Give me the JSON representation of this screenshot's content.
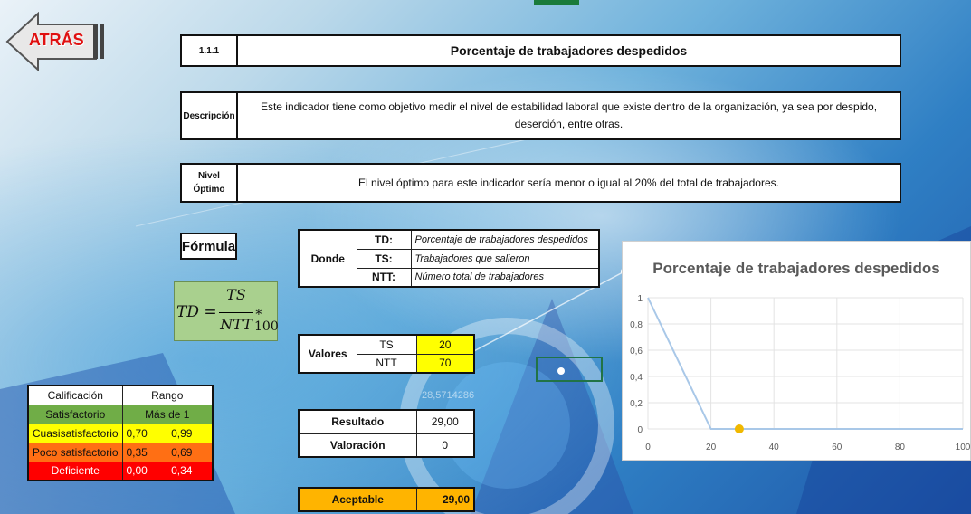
{
  "nav": {
    "back_label": "ATRÁS"
  },
  "header": {
    "code": "1.1.1",
    "title": "Porcentaje de trabajadores despedidos"
  },
  "description": {
    "label": "Descripción",
    "text": "Este indicador tiene como objetivo medir el nivel de estabilidad laboral que existe dentro de la organización, ya sea por despido, deserción, entre otras."
  },
  "optimal": {
    "label_line1": "Nivel",
    "label_line2": "Óptimo",
    "text": "El nivel óptimo para este indicador sería menor o igual al 20% del total de trabajadores."
  },
  "formula": {
    "label": "Fórmula",
    "lhs": "TD =",
    "numerator": "TS",
    "denominator": "NTT",
    "factor": "∗ 100"
  },
  "definitions": {
    "label": "Donde",
    "rows": [
      {
        "symbol": "TD:",
        "meaning": "Porcentaje de trabajadores despedidos"
      },
      {
        "symbol": "TS:",
        "meaning": "Trabajadores que salieron"
      },
      {
        "symbol": "NTT:",
        "meaning": "Número total de trabajadores"
      }
    ]
  },
  "values": {
    "label": "Valores",
    "rows": [
      {
        "name": "TS",
        "value": "20"
      },
      {
        "name": "NTT",
        "value": "70"
      }
    ],
    "faint_number": "28,5714286"
  },
  "result": {
    "label": "Resultado",
    "value": "29,00",
    "rating_label": "Valoración",
    "rating_value": "0"
  },
  "final": {
    "label": "Aceptable",
    "value": "29,00"
  },
  "grading": {
    "header": [
      "Calificación",
      "Rango"
    ],
    "rows": [
      {
        "name": "Satisfactorio",
        "range": "Más de 1",
        "bg": "#70ad47",
        "color": "#111"
      },
      {
        "name": "Cuasisatisfactorio",
        "low": "0,70",
        "high": "0,99",
        "bg": "#ffff00",
        "color": "#111"
      },
      {
        "name": "Poco satisfactorio",
        "low": "0,35",
        "high": "0,69",
        "bg": "#ff6f14",
        "color": "#111"
      },
      {
        "name": "Deficiente",
        "low": "0,00",
        "high": "0,34",
        "bg": "#ff0000",
        "color": "#ffffff"
      }
    ]
  },
  "chart_data": {
    "type": "line",
    "title": "Porcentaje de trabajadores despedidos",
    "x": [
      0,
      20,
      100
    ],
    "y": [
      1,
      0,
      0
    ],
    "marker": {
      "x": 29,
      "y": 0,
      "color": "#f0b800"
    },
    "xlim": [
      0,
      100
    ],
    "ylim": [
      0,
      1
    ],
    "xticks": [
      "0",
      "20",
      "40",
      "60",
      "80",
      "100"
    ],
    "yticks": [
      "0",
      "0,2",
      "0,4",
      "0,6",
      "0,8",
      "1"
    ],
    "line_color": "#a9c8e8",
    "grid": true
  },
  "colors": {
    "yellow": "#ffff00",
    "orange": "#ffb400",
    "green_formula": "#a9d08e"
  }
}
